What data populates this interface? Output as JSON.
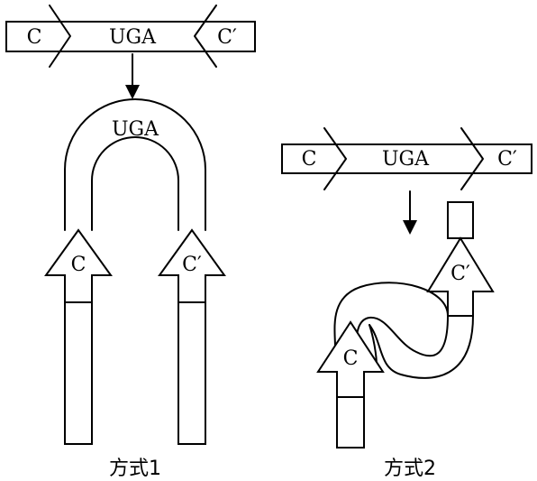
{
  "top_strand": {
    "left_label": "C",
    "middle_label": "UGA",
    "right_label": "C′"
  },
  "method1": {
    "loop_label": "UGA",
    "left_arrow_label": "C",
    "right_arrow_label": "C′",
    "caption": "方式1"
  },
  "method2": {
    "strand_left_label": "C",
    "strand_middle_label": "UGA",
    "strand_right_label": "C′",
    "upper_arrow_label": "C′",
    "lower_arrow_label": "C",
    "caption": "方式2"
  }
}
